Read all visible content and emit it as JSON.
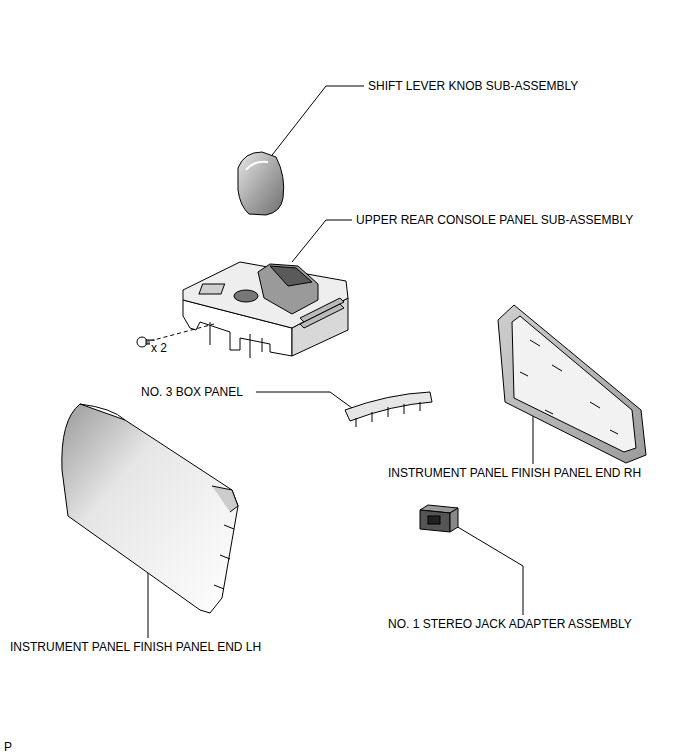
{
  "diagram": {
    "labels": [
      "SHIFT LEVER KNOB SUB-ASSEMBLY",
      "UPPER REAR CONSOLE PANEL SUB-ASSEMBLY",
      "x 2",
      "NO. 3 BOX PANEL",
      "INSTRUMENT PANEL FINISH PANEL END RH",
      "NO. 1 STEREO JACK ADAPTER ASSEMBLY",
      "INSTRUMENT PANEL FINISH PANEL END LH",
      "P"
    ]
  }
}
